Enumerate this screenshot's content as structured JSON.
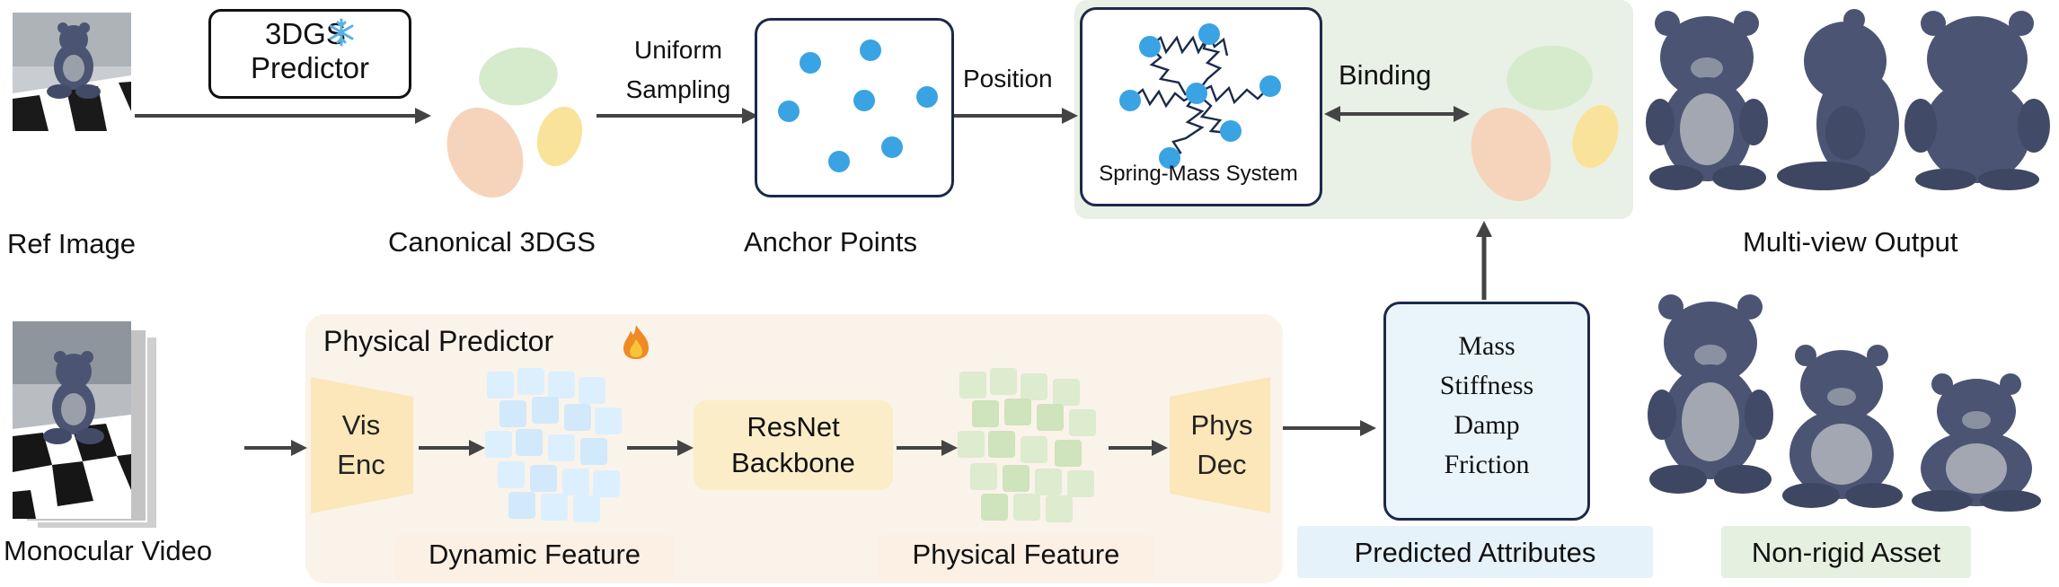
{
  "top": {
    "ref_image_label": "Ref Image",
    "predictor_line1": "3DGS",
    "predictor_line2": "Predictor",
    "frozen_icon": "snowflake-icon",
    "canonical_label": "Canonical 3DGS",
    "uniform_line1": "Uniform",
    "uniform_line2": "Sampling",
    "anchor_label": "Anchor Points",
    "position_label": "Position",
    "spring_label": "Spring-Mass System",
    "binding_label": "Binding",
    "multiview_label": "Multi-view Output"
  },
  "bottom": {
    "mono_label": "Monocular Video",
    "phys_predictor_title": "Physical Predictor",
    "trainable_icon": "fire-icon",
    "vis_enc_line1": "Vis",
    "vis_enc_line2": "Enc",
    "resnet_line1": "ResNet",
    "resnet_line2": "Backbone",
    "phys_dec_line1": "Phys",
    "phys_dec_line2": "Dec",
    "dynamic_feature": "Dynamic Feature",
    "physical_feature": "Physical Feature",
    "attributes": [
      "Mass",
      "Stiffness",
      "Damp",
      "Friction"
    ],
    "predicted_attributes": "Predicted Attributes",
    "nonrigid_asset": "Non-rigid Asset"
  },
  "colors": {
    "dot_blue": "#3aa3e3",
    "dynamic_tile": "#dcefff",
    "physical_tile": "#ddebcf",
    "encoder_fill": "#fbe7b9",
    "resnet_fill": "#fbedc8",
    "attr_box_fill": "#eaf5fb",
    "pred_attr_fill": "#e6f2f9",
    "nonrigid_fill": "#e5f0e0",
    "panel_phys": "#faf3ea",
    "panel_bind": "#e9f0e5"
  }
}
